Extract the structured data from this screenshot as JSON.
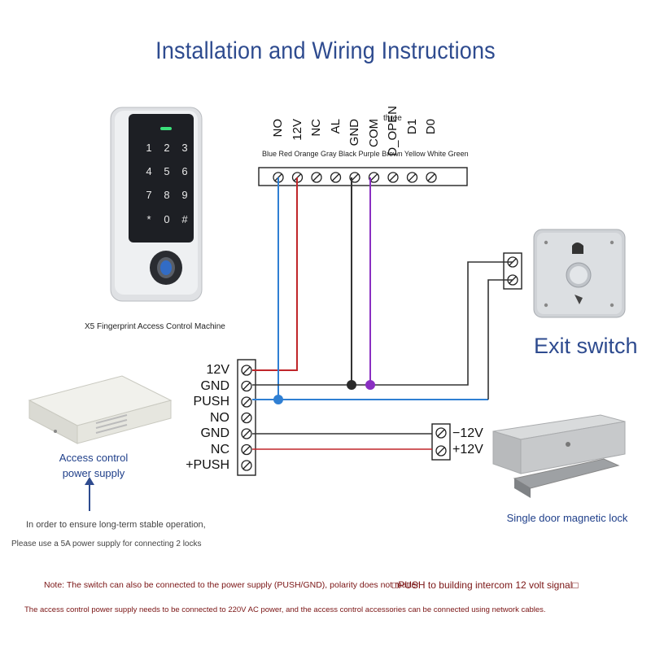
{
  "title": "Installation and Wiring Instructions",
  "controller": {
    "caption": "X5 Fingerprint Access Control Machine",
    "keypad": [
      "1",
      "2",
      "3",
      "4",
      "5",
      "6",
      "7",
      "8",
      "9",
      "*",
      "0",
      "#"
    ]
  },
  "terminal_block": {
    "terminals": [
      "NO",
      "12V",
      "NC",
      "AL",
      "GND",
      "COM",
      "D_\nOPEN",
      "D1",
      "D0"
    ],
    "d_open_prefix": "three",
    "wire_colors_text": "Blue Red Orange Gray Black Purple Brown Yellow White Green"
  },
  "power_supply": {
    "terminals": [
      "12V",
      "GND",
      "PUSH",
      "NO",
      "GND",
      "NC",
      "+PUSH"
    ],
    "caption_line1": "Access control",
    "caption_line2": "power supply"
  },
  "exit_switch": {
    "label": "Exit switch"
  },
  "magnetic_lock": {
    "terminals": [
      "−12V",
      "+12V"
    ],
    "label": "Single door magnetic lock"
  },
  "notes": {
    "stability_line1": "In order to ensure long-term stable operation,",
    "stability_line2": "Please use a 5A power supply for connecting 2 locks",
    "switch_note": "Note: The switch can also be connected to the power supply (PUSH/GND), polarity does not matter",
    "intercom_note": "□PUSH to building intercom 12 volt signal□",
    "network_note": "The access control power supply needs to be connected to 220V AC power, and the access control accessories can be connected using network cables."
  },
  "colors": {
    "title": "#2e4b8f",
    "wire_blue": "#2f7fd3",
    "wire_red": "#c0262a",
    "wire_black": "#333333",
    "wire_purple": "#8a2fc2"
  }
}
